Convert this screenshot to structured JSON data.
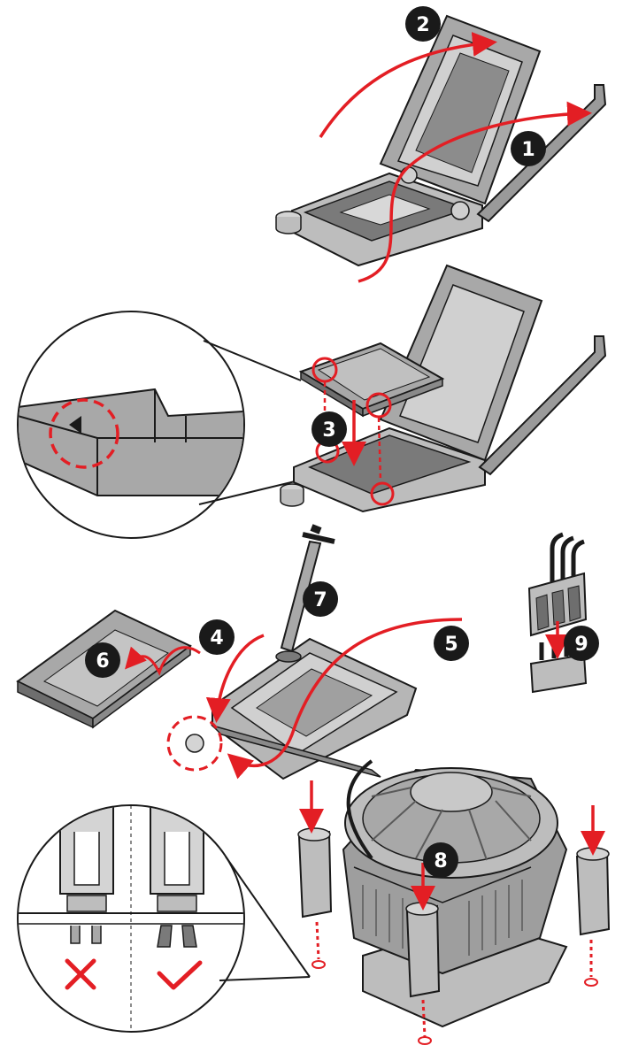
{
  "steps": {
    "s1": "1",
    "s2": "2",
    "s3": "3",
    "s4": "4",
    "s5": "5",
    "s6": "6",
    "s7": "7",
    "s8": "8",
    "s9": "9"
  },
  "colors": {
    "accent_red": "#e31e24",
    "badge": "#1a1a1a",
    "part_fill": "#a8a8a8",
    "part_dark": "#6e6e6e",
    "part_light": "#d4d4d4",
    "outline": "#1a1a1a"
  },
  "icons": {
    "wrong": "cross-mark-icon",
    "right": "check-mark-icon"
  }
}
